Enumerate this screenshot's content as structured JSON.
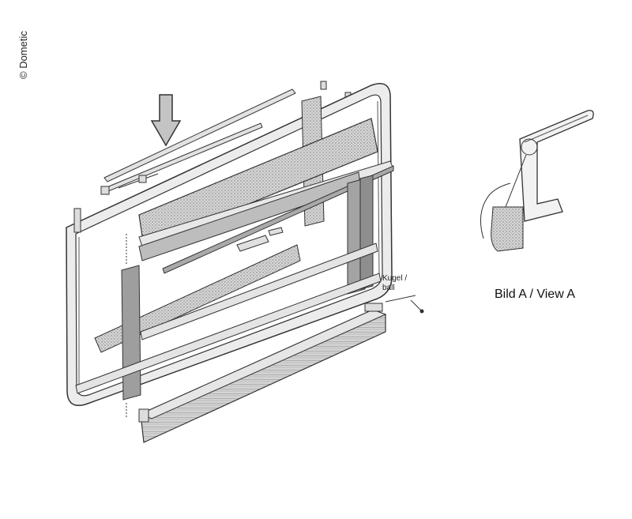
{
  "copyright": "© Dometic",
  "labels": {
    "ball_line1": "Kugel /",
    "ball_line2": "ball",
    "view_caption": "Bild A  / View A"
  },
  "colors": {
    "line": "#333333",
    "frame_fill": "#e6e6e6",
    "mesh_fill": "#d9d9d9",
    "dark_part": "#9a9a9a",
    "arrow_fill": "#bdbdbd"
  }
}
